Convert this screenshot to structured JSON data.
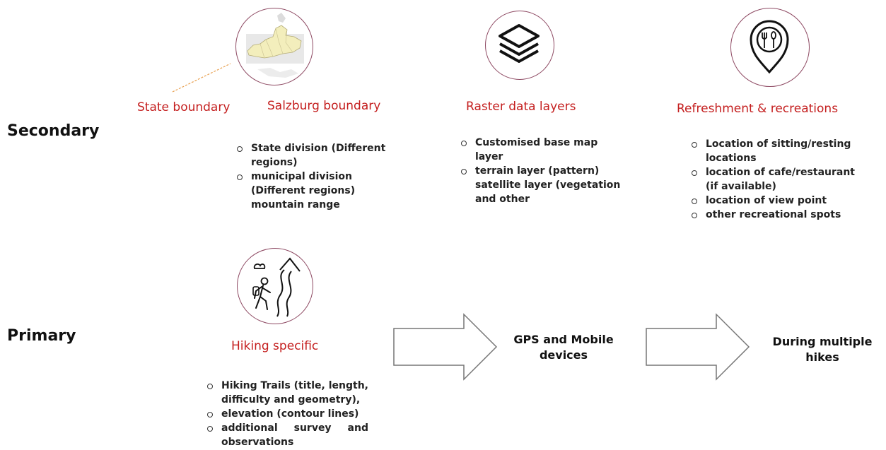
{
  "rows": {
    "secondary": "Secondary",
    "primary": "Primary"
  },
  "categories": {
    "state_boundary": "State boundary",
    "salzburg_boundary": "Salzburg boundary",
    "raster": "Raster data layers",
    "refreshment": "Refreshment & recreations",
    "hiking": "Hiking specific"
  },
  "salzburg_items": [
    "State division (Different",
    "regions)",
    "municipal division",
    "(Different regions)",
    "mountain range"
  ],
  "raster_items": [
    "Customised base map",
    "layer",
    "terrain layer (pattern)",
    "satellite layer (vegetation",
    "and other"
  ],
  "refresh_items": [
    "Location of sitting/resting",
    "locations",
    "location of cafe/restaurant",
    "(if available)",
    "location of view point",
    "other recreational spots"
  ],
  "hiking_items": [
    "Hiking Trails (title, length,",
    "difficulty and geometry),",
    "elevation (contour lines)",
    "additional survey and",
    "observations"
  ],
  "flow": {
    "step1_line1": "GPS and Mobile",
    "step1_line2": "devices",
    "step2_line1": "During multiple",
    "step2_line2": "hikes"
  },
  "icons": [
    "austria-map-icon",
    "layers-icon",
    "restaurant-pin-icon",
    "hiker-trail-icon"
  ],
  "colors": {
    "title_red": "#c41e1e",
    "circle_border": "#8e4a63",
    "map_fill": "#f3eebc",
    "connector": "#e8a050"
  }
}
